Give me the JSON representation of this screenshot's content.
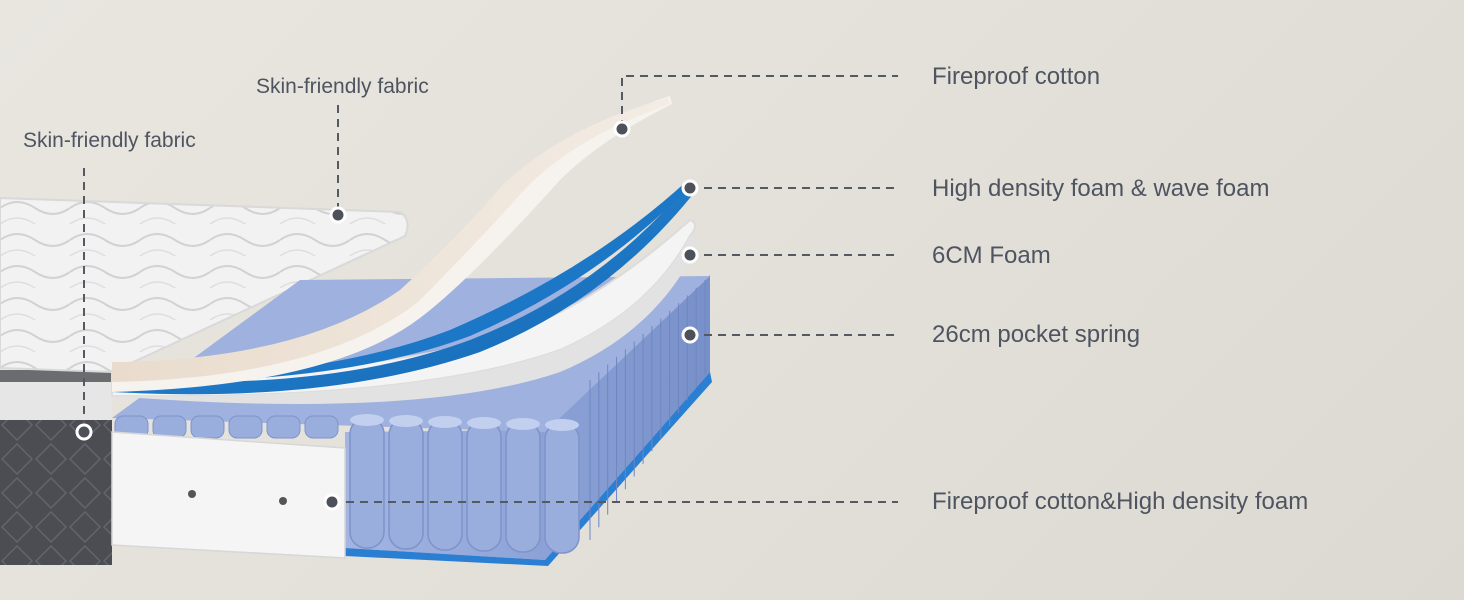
{
  "annotations": {
    "skin_fabric_left": "Skin-friendly fabric",
    "skin_fabric_top": "Skin-friendly fabric",
    "fireproof_cotton": "Fireproof cotton",
    "high_density_wave": "High density foam & wave foam",
    "foam_6cm": "6CM Foam",
    "pocket_spring": "26cm pocket spring",
    "fireproof_high_density": "Fireproof cotton&High density foam"
  },
  "colors": {
    "label_text": "#4e5560",
    "leader_line": "#555a62",
    "blue_foam": "#1f7fd0",
    "spring_blue": "#8ea4d8",
    "cream_cotton": "#efe6dc",
    "white_foam": "#f4f4f4",
    "dark_border": "#4a4c51"
  }
}
